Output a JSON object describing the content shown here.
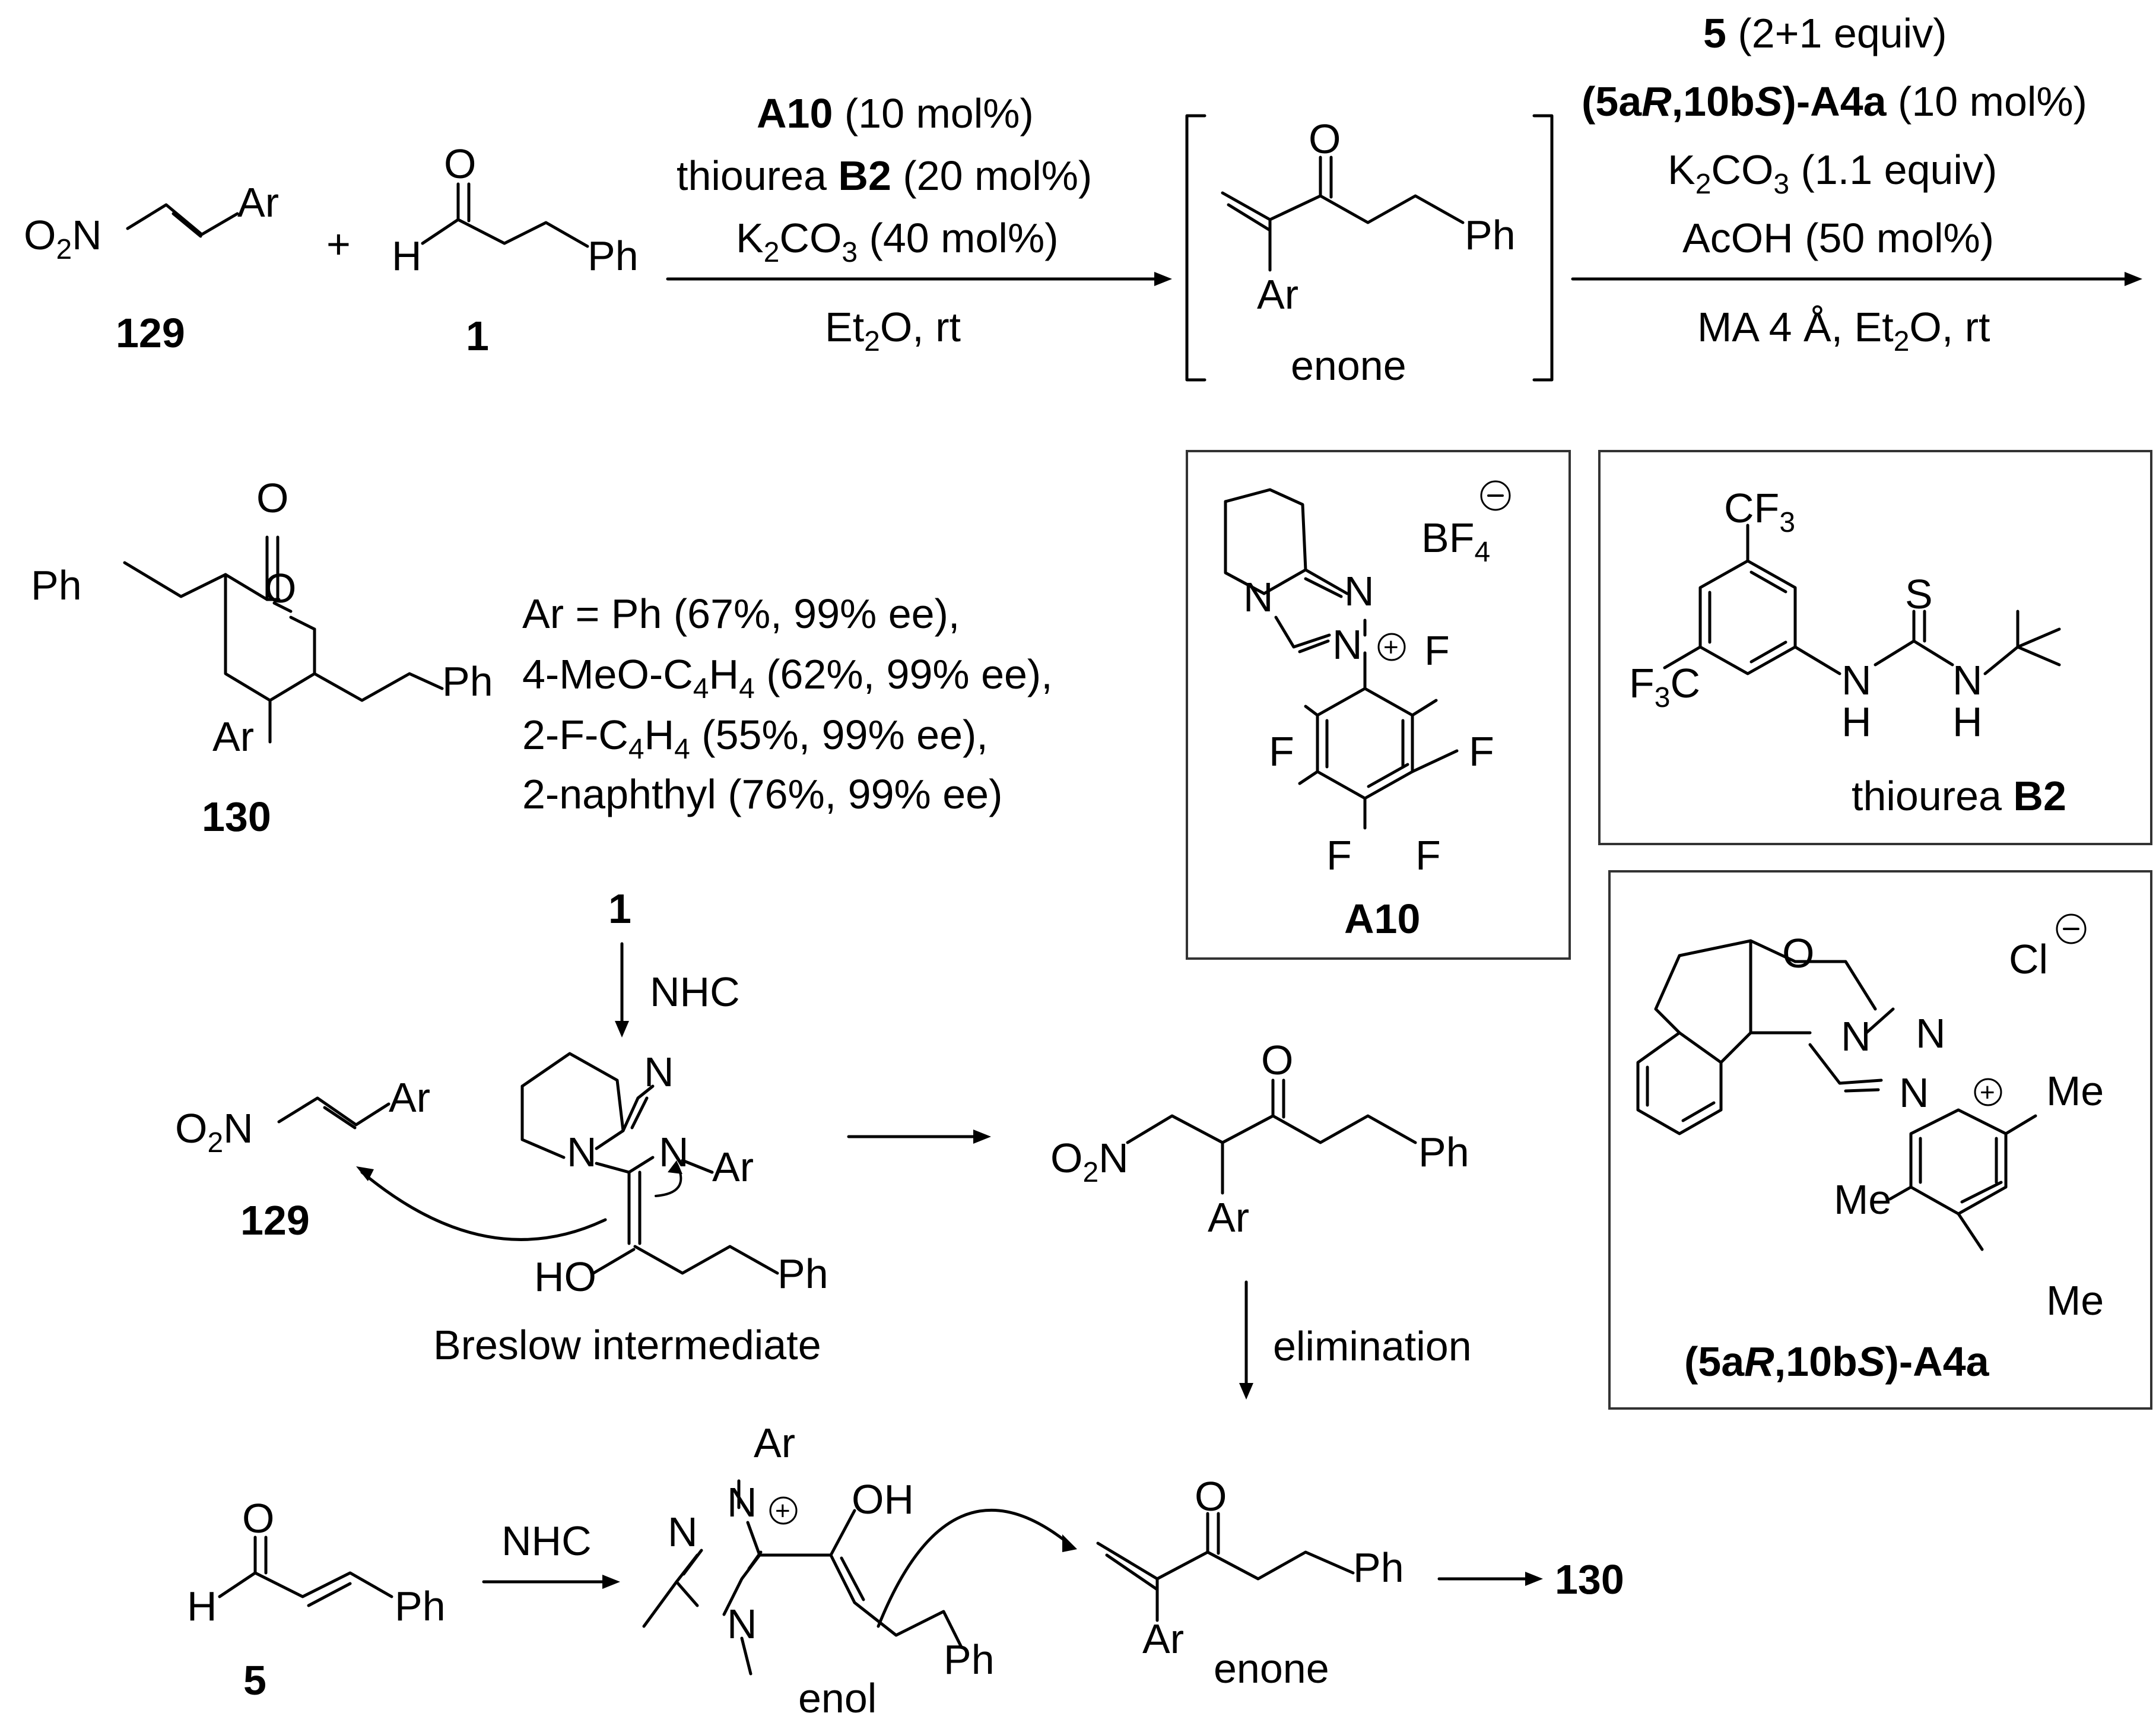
{
  "reagents": {
    "top_left_line1_bold": "A10",
    "top_left_line1_rest": " (10 mol%)",
    "top_left_line2_pre": "thiourea ",
    "top_left_line2_bold": "B2",
    "top_left_line2_rest": " (20 mol%)",
    "top_left_line3_pre": "K",
    "top_left_line3_sub1": "2",
    "top_left_line3_mid": "CO",
    "top_left_line3_sub2": "3",
    "top_left_line3_rest": " (40 mol%)",
    "top_left_below_pre": "Et",
    "top_left_below_sub": "2",
    "top_left_below_rest": "O, rt",
    "top_right_line1_bold": "5",
    "top_right_line1_rest": " (2+1 equiv)",
    "top_right_line2_b1": "(5a",
    "top_right_line2_i1": "R",
    "top_right_line2_b2": ",10b",
    "top_right_line2_i2": "S",
    "top_right_line2_b3": ")-A4a",
    "top_right_line2_rest": " (10 mol%)",
    "top_right_line3_pre": "K",
    "top_right_line3_sub1": "2",
    "top_right_line3_mid": "CO",
    "top_right_line3_sub2": "3",
    "top_right_line3_rest": " (1.1 equiv)",
    "top_right_line4": "AcOH (50 mol%)",
    "top_right_below_pre": "MA 4 Å, Et",
    "top_right_below_sub": "2",
    "top_right_below_rest": "O, rt",
    "nhc_1": "NHC",
    "nhc_2": "NHC",
    "elimination": "elimination"
  },
  "labels": {
    "cmpd_129": "129",
    "cmpd_1": "1",
    "cmpd_130": "130",
    "cmpd_1_mid": "1",
    "cmpd_129_mid": "129",
    "cmpd_5": "5",
    "cmpd_130_end": "130",
    "enone_top": "enone",
    "enone_bottom": "enone",
    "enol": "enol",
    "breslow": "Breslow intermediate",
    "a10": "A10",
    "b2_pre": "thiourea ",
    "b2_bold": "B2",
    "a4a_b1": "(5a",
    "a4a_i1": "R",
    "a4a_b2": ",10b",
    "a4a_i2": "S",
    "a4a_b3": ")-A4a"
  },
  "results": [
    {
      "pre": "Ar = Ph (67%, 99% ee),"
    },
    {
      "pre": "4-MeO-C",
      "s1": "4",
      "mid": "H",
      "s2": "4",
      "post": " (62%, 99% ee),"
    },
    {
      "pre": "2-F-C",
      "s1": "4",
      "mid": "H",
      "s2": "4",
      "post": " (55%, 99% ee),"
    },
    {
      "pre": "2-naphthyl (76%, 99% ee)"
    }
  ],
  "atoms": {
    "o2n": "O",
    "o2n_sub": "2",
    "o2n_n": "N",
    "ar": "Ar",
    "ph": "Ph",
    "plus": "+",
    "h": "H",
    "o": "O",
    "n": "N",
    "f": "F",
    "s": "S",
    "cl": "Cl",
    "me": "Me",
    "oh": "OH",
    "ho": "HO",
    "cf3_pre": "CF",
    "cf3_sub": "3",
    "f3c_pre": "F",
    "f3c_sub": "3",
    "f3c_post": "C",
    "bf4_pre": "BF",
    "bf4_sub": "4",
    "nh_h": "H"
  }
}
